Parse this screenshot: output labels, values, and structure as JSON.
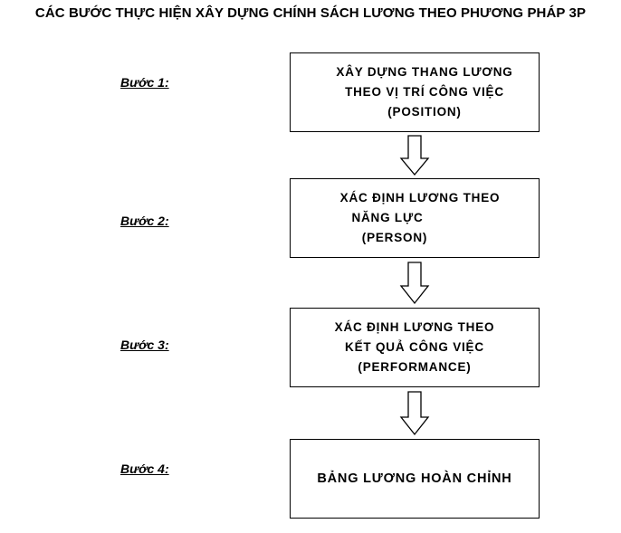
{
  "title": "CÁC BƯỚC THỰC HIỆN XÂY DỰNG CHÍNH SÁCH LƯƠNG THEO PHƯƠNG PHÁP 3P",
  "steps": [
    {
      "label": "Bước 1:",
      "lines": [
        "XÂY DỰNG THANG LƯƠNG",
        "THEO VỊ TRÍ CÔNG VIỆC",
        "(POSITION)"
      ]
    },
    {
      "label": "Bước 2:",
      "lines": [
        "XÁC ĐỊNH LƯƠNG THEO",
        "NĂNG LỰC",
        "(PERSON)"
      ]
    },
    {
      "label": "Bước 3:",
      "lines": [
        "XÁC ĐỊNH LƯƠNG THEO",
        "KẾT QUẢ CÔNG VIỆC",
        "(PERFORMANCE)"
      ]
    },
    {
      "label": "Bước 4:",
      "lines": [
        "BẢNG LƯƠNG HOÀN CHỈNH"
      ]
    }
  ]
}
